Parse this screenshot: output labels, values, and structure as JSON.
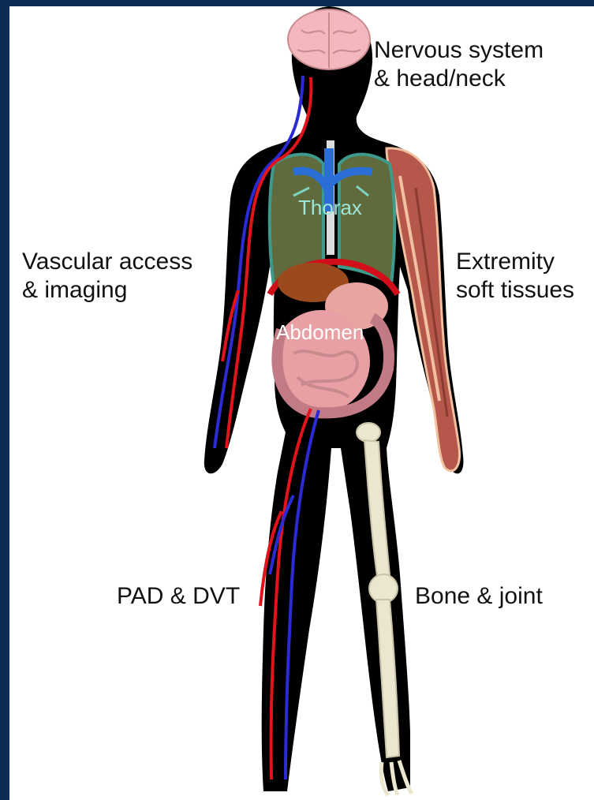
{
  "labels": {
    "nervous_line1": "Nervous system",
    "nervous_line2": "& head/neck",
    "vascular_line1": "Vascular access",
    "vascular_line2": "& imaging",
    "extremity_line1": "Extremity",
    "extremity_line2": "soft tissues",
    "thorax": "Thorax",
    "abdomen": "Abdomen",
    "pad": "PAD & DVT",
    "bone": "Bone & joint"
  },
  "colors": {
    "background_frame": "#0b2d55",
    "body": "#000000",
    "artery": "#e3131b",
    "vein": "#2b2bd6",
    "lungs": "#5f6b3c",
    "muscle": "#b5574a",
    "bone": "#ebe6d0",
    "brain": "#f2b8be",
    "intestine": "#e9a0a4"
  }
}
